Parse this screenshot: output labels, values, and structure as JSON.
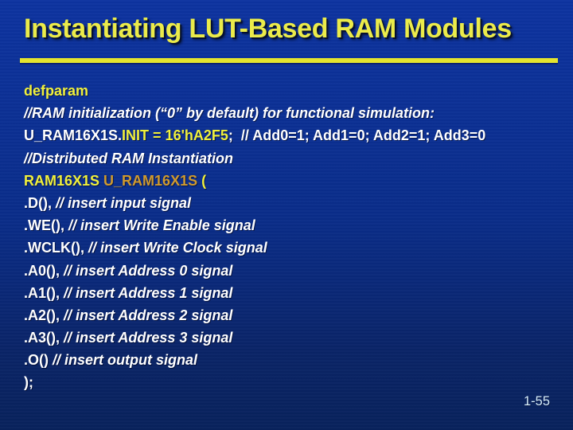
{
  "slide": {
    "title": "Instantiating LUT-Based RAM Modules",
    "page_number": "1-55",
    "colors": {
      "background_top": "#0d33a0",
      "background_mid": "#0a2d8a",
      "background_low": "#0a2467",
      "background_bottom": "#08225c",
      "title_yellow": "#ebeb4a",
      "rule_yellow": "#e4e42e",
      "code_yellow": "#f0f03c",
      "code_gold": "#cf9a2e",
      "code_white": "#ffffff",
      "page_number_color": "#d6ecf9"
    },
    "code_lines": [
      {
        "segments": [
          {
            "text": "defparam",
            "color": "yellow"
          }
        ]
      },
      {
        "segments": [
          {
            "text": "//RAM initialization (“0” by default) for functional simulation:",
            "color": "white",
            "italic": true
          }
        ]
      },
      {
        "segments": [
          {
            "text": "U_RAM16X1S.",
            "color": "white"
          },
          {
            "text": "INIT = 16'hA2F5",
            "color": "yellow"
          },
          {
            "text": ";  // Add0=1; Add1=0; Add2=1; Add3=0",
            "color": "white"
          }
        ]
      },
      {
        "segments": [
          {
            "text": "//Distributed RAM Instantiation",
            "color": "white",
            "italic": true
          }
        ]
      },
      {
        "segments": [
          {
            "text": "RAM16X1S ",
            "color": "yellow"
          },
          {
            "text": "U_RAM16X1S ",
            "color": "gold"
          },
          {
            "text": "(",
            "color": "yellow"
          }
        ]
      },
      {
        "segments": [
          {
            "text": ".D(), ",
            "color": "white"
          },
          {
            "text": "// insert input signal",
            "color": "white",
            "italic": true
          }
        ]
      },
      {
        "segments": [
          {
            "text": ".WE(), ",
            "color": "white"
          },
          {
            "text": "// insert Write Enable signal",
            "color": "white",
            "italic": true
          }
        ]
      },
      {
        "segments": [
          {
            "text": ".WCLK(), ",
            "color": "white"
          },
          {
            "text": "// insert Write Clock signal",
            "color": "white",
            "italic": true
          }
        ]
      },
      {
        "segments": [
          {
            "text": ".A0(), ",
            "color": "white"
          },
          {
            "text": "// insert Address 0 signal",
            "color": "white",
            "italic": true
          }
        ]
      },
      {
        "segments": [
          {
            "text": ".A1(), ",
            "color": "white"
          },
          {
            "text": "// insert Address 1 signal",
            "color": "white",
            "italic": true
          }
        ]
      },
      {
        "segments": [
          {
            "text": ".A2(), ",
            "color": "white"
          },
          {
            "text": "// insert Address 2 signal",
            "color": "white",
            "italic": true
          }
        ]
      },
      {
        "segments": [
          {
            "text": ".A3(), ",
            "color": "white"
          },
          {
            "text": "// insert Address 3 signal",
            "color": "white",
            "italic": true
          }
        ]
      },
      {
        "segments": [
          {
            "text": ".O() ",
            "color": "white"
          },
          {
            "text": "// insert output signal",
            "color": "white",
            "italic": true
          }
        ]
      },
      {
        "segments": [
          {
            "text": ");",
            "color": "white"
          }
        ]
      }
    ]
  }
}
